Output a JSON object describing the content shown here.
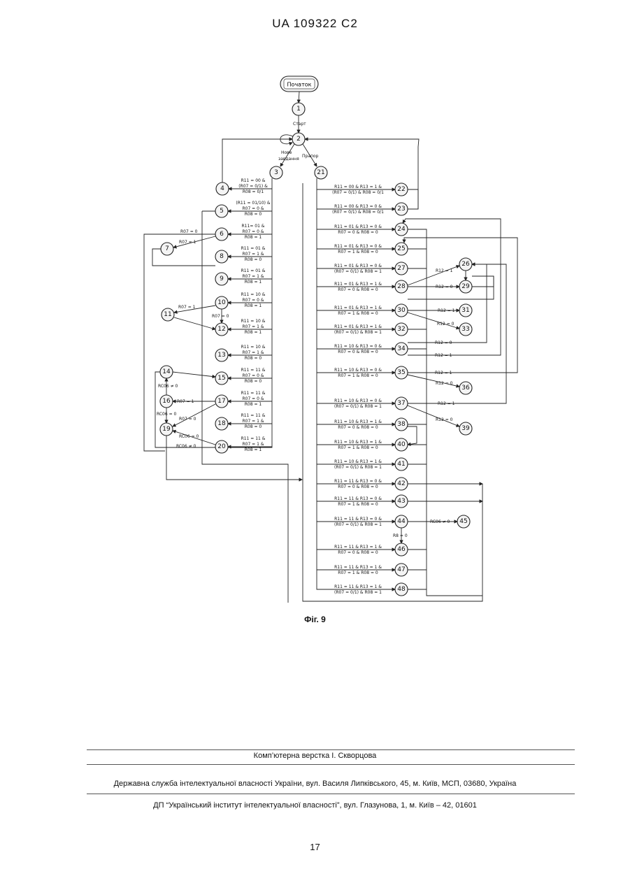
{
  "header": "UA  109322  C2",
  "start_label": "Початок",
  "edge_labels": {
    "start": "Старт",
    "new_task": [
      "Нове",
      "завдання"
    ],
    "flag": "Прапор"
  },
  "nodes": [
    "1",
    "2",
    "3",
    "4",
    "5",
    "6",
    "7",
    "8",
    "9",
    "10",
    "11",
    "12",
    "13",
    "14",
    "15",
    "16",
    "17",
    "18",
    "19",
    "20",
    "21",
    "22",
    "23",
    "24",
    "25",
    "26",
    "27",
    "28",
    "29",
    "30",
    "31",
    "32",
    "33",
    "34",
    "35",
    "36",
    "37",
    "38",
    "39",
    "40",
    "41",
    "42",
    "43",
    "44",
    "45",
    "46",
    "47",
    "48"
  ],
  "left_conditions": [
    [
      "R11 = 00 &",
      "(R07 = 0/1) &",
      "R08 = 0/1"
    ],
    [
      "(R11 = 01/10) &",
      "R07 = 0 &",
      "R08 = 0"
    ],
    [
      "R11= 01 &",
      "R07 = 0 &",
      "R08 = 1"
    ],
    [
      "R11 = 01 &",
      "R07 = 1 &",
      "R08 = 0"
    ],
    [
      "R11 = 01 &",
      "R07 = 1 &",
      "R08 = 1"
    ],
    [
      "R11 = 10 &",
      "R07 = 0 &",
      "R08 = 1"
    ],
    [
      "R11 = 10 &",
      "R07 = 1 &",
      "R08 = 1"
    ],
    [
      "R11 = 10 &",
      "R07 = 1 &",
      "R08 = 0"
    ],
    [
      "R11 = 11 &",
      "R07 = 0 &",
      "R08 = 0"
    ],
    [
      "R11 = 11 &",
      "R07 = 0 &",
      "R08 = 1"
    ],
    [
      "R11 = 11 &",
      "R07 = 1 &",
      "R08 = 0"
    ],
    [
      "R11 = 11 &",
      "R07 = 1 &",
      "R08 = 1"
    ]
  ],
  "right_conditions": [
    [
      "R11 = 00 & R13 = 1 &",
      "(R07 = 0/1) & R08 = 0/1"
    ],
    [
      "R11 = 00 & R13 = 0 &",
      "(R07 = 0/1) & R08 = 0/1"
    ],
    [
      "R11 = 01 & R13 = 0 &",
      "R07 = 0 & R08 = 0"
    ],
    [
      "R11 = 01 & R13 = 0 &",
      "R07 = 1 & R08 = 0"
    ],
    [
      "R11 = 01 & R13 = 0 &",
      "(R07 = 0/1) & R08 = 1"
    ],
    [
      "R11 = 01 & R13 = 1 &",
      "R07 = 0 & R08 = 0"
    ],
    [
      "R11 = 01 & R13 = 1 &",
      "R07 = 1 & R08 = 0"
    ],
    [
      "R11 = 01 & R13 = 1 &",
      "(R07 = 0/1) & R08 = 1"
    ],
    [
      "R11 = 10 & R13 = 0 &",
      "R07 = 0 & R08 = 0"
    ],
    [
      "R11 = 10 & R13 = 0 &",
      "R07 = 1 & R08 = 0"
    ],
    [
      "R11 = 10 & R13 = 0 &",
      "(R07 = 0/1) & R08 = 1"
    ],
    [
      "R11 = 10 & R13 = 1 &",
      "R07 = 0 & R08 = 0"
    ],
    [
      "R11 = 10 & R13 = 1 &",
      "R07 = 1 & R08 = 0"
    ],
    [
      "R11 = 10 & R13 = 1 &",
      "(R07 = 0/1) & R08 = 1"
    ],
    [
      "R11 = 11 & R13 = 0 &",
      "R07 = 0 & R08 = 0"
    ],
    [
      "R11 = 11 & R13 = 0 &",
      "R07 = 1 & R08 = 0"
    ],
    [
      "R11 = 11 & R13 = 0 &",
      "(R07 = 0/1) & R08 = 1"
    ],
    [
      "R11 = 11 & R13 = 1 &",
      "R07 = 0 & R08 = 0"
    ],
    [
      "R11 = 11 & R13 = 1 &",
      "R07 = 1 & R08 = 0"
    ],
    [
      "R11 = 11 & R13 = 1 &",
      "(R07 = 0/1) & R08 = 1"
    ]
  ],
  "small_labels": {
    "r07_0": "R07 = 0",
    "r07_1": "R07 = 1",
    "r12_0": "R12 = 0",
    "r12_1": "R12 = 1",
    "rc06_0": "RC06 = 0",
    "rc06_ne0": "RC06 ≠ 0",
    "r8_0": "R8 = 0"
  },
  "caption": "Фіг. 9",
  "footer": {
    "compiled_by": "Комп’ютерна верстка І. Скворцова",
    "agency": "Державна служба інтелектуальної власності України, вул. Василя Липківського, 45, м. Київ, МСП, 03680, Україна",
    "institute": "ДП “Український інститут інтелектуальної власності”, вул. Глазунова, 1, м. Київ – 42, 01601"
  },
  "page_number": "17"
}
